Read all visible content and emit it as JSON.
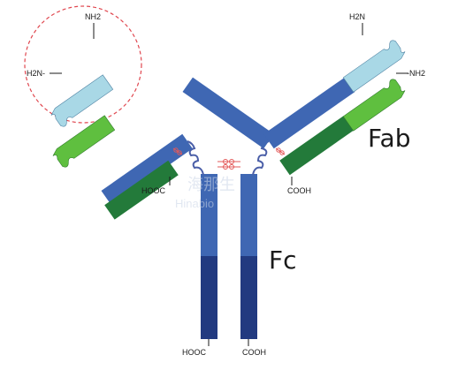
{
  "labels": {
    "fab": "Fab",
    "fc": "Fc",
    "nh2_left_heavy": "NH2",
    "nh2_left_light": "H2N-",
    "nh2_right_heavy": "H2N",
    "nh2_right_light": "-NH2",
    "hooc_left_light": "HOOC",
    "cooh_right_light": "COOH",
    "hooc_left_heavy": "HOOC",
    "cooh_right_heavy": "COOH"
  },
  "watermark": {
    "cn": "海那生",
    "en": "Hinabio"
  },
  "colors": {
    "heavy_variable": "#a9d8e6",
    "heavy_constant": "#3f67b3",
    "heavy_constant_dark": "#223a80",
    "light_variable": "#5fbf3f",
    "light_constant": "#237a3a",
    "hinge": "#4b5fa8",
    "disulfide": "#e35a5a",
    "highlight_circle": "#e0474f"
  }
}
